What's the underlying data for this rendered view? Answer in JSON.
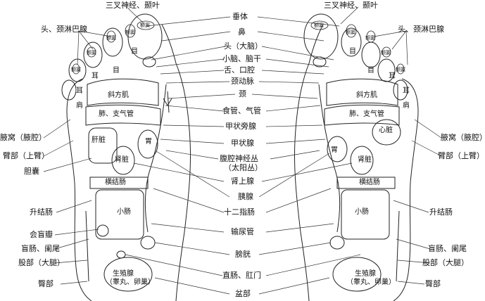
{
  "center_labels": [
    "垂体",
    "鼻",
    "头（大脑）",
    "小脑、脑干",
    "舌、口腔",
    "颈动脉",
    "颈",
    "食管、气管",
    "甲状旁腺",
    "甲状腺",
    "腹腔神经丛",
    "（太阳丛）",
    "肾上腺",
    "胰腺",
    "十二指肠",
    "输尿管",
    "膀胱",
    "直肠、肛门",
    "盆部"
  ],
  "left_side": {
    "top": "三叉神经、颞叶",
    "lymph": "头、颈淋巴腺",
    "armpit": "腋窝（腋腔）",
    "upper_arm": "臂部（上臂）",
    "gallbladder": "胆囊",
    "ascending_colon": "升结肠",
    "ileocecal": "会盲瓣",
    "appendix": "盲肠、阑尾",
    "thigh": "股部（大腿）",
    "hip": "臀部"
  },
  "right_side": {
    "top": "三叉神经、颞叶",
    "lymph": "头、颈淋巴腺",
    "armpit": "腋窝（腋腔）",
    "upper_arm": "臂部（上臂）",
    "ascending_colon": "升结肠",
    "appendix": "盲肠、阑尾",
    "thigh": "股部（大腿）",
    "hip": "臀部"
  },
  "organs": {
    "sinus": "额窦",
    "eye": "目",
    "ear": "耳",
    "shoulder": "肩",
    "trapezius": "斜方肌",
    "lung": "肺、支气管",
    "liver": "肝脏",
    "stomach": "胃",
    "kidney": "肾脏",
    "heart": "心脏",
    "transverse_colon": "横结肠",
    "small_intestine": "小肠",
    "gonad": "生殖腺",
    "gonad_sub": "（睾丸、卵巢）"
  }
}
